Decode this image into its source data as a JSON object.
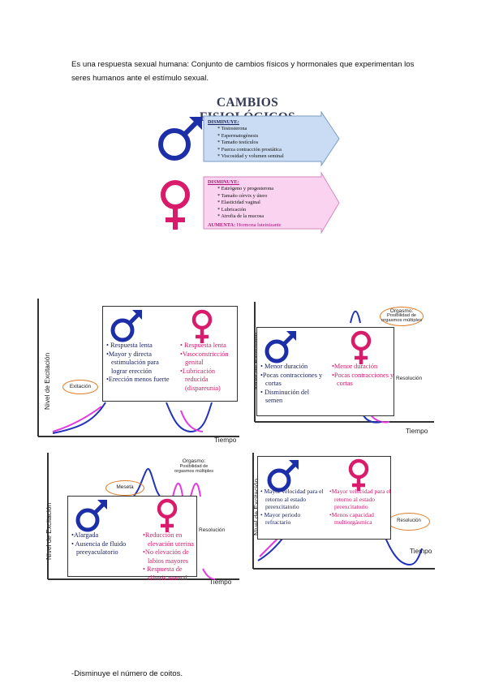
{
  "intro": "Es una respuesta sexual humana: Conjunto de cambios físicos y hormonales que experimentan los seres humanos ante el estímulo sexual.",
  "title": "CAMBIOS FISIOLÓGICOS",
  "male_box": {
    "heading": "DISMINUYE:",
    "items": [
      "Testosterona",
      "Espermatogénesis",
      "Tamaño testículos",
      "Fuerza contracción prostática",
      "Viscosidad y volumen seminal"
    ]
  },
  "female_box": {
    "heading": "DISMINUYE:",
    "items": [
      "Estrógeno y progesterona",
      "Tamaño cérvix y útero",
      "Elasticidad vaginal",
      "Lubricación",
      "Atrofia de la mucosa"
    ],
    "aumenta_label": "AUMENTA:",
    "aumenta_value": "Hormona luteinizante"
  },
  "colors": {
    "male": "#1c2fa8",
    "female": "#d81b6a",
    "male_arrow": "#c9dcf3",
    "female_arrow": "#f9d3ef",
    "bubble": "#e07b26",
    "curve_blue": "#2233bb",
    "curve_pink": "#e23ce0"
  },
  "panels": {
    "excitacion": {
      "ylabel": "Nivel de Excitación",
      "xlabel": "Tiempo",
      "bubble": "Exitación",
      "male": [
        "•  Respuesta lenta",
        "•Mayor y directa estimulación para lograr erección",
        "•Erección menos fuerte"
      ],
      "female": [
        "•  Respuesta lenta",
        "•Vasoconstricción genital",
        "•Lubricación reducida (dispareunia)"
      ]
    },
    "orgasmo": {
      "ylabel": "Nivel de Excitación",
      "xlabel": "Tiempo",
      "bubble_line1": "Orgasmo:",
      "bubble_line2": "Posibilidad de",
      "bubble_line3": "orgasmos múltiples",
      "side": "Resolución",
      "male": [
        "• Menor duración",
        "•Pocas contracciones y cortas",
        "• Disminución del semen"
      ],
      "female": [
        "•Menor duración",
        "•Pocas contracciones y cortas"
      ]
    },
    "meseta": {
      "ylabel": "Nivel de Excitación",
      "xlabel": "Tiempo",
      "bubble": "Meseta",
      "top_line1": "Orgasmo:",
      "top_line2": "Posibilidad de",
      "top_line3": "orgasmos múltiples",
      "side": "Resolución",
      "male": [
        "•Alargada",
        "•  Ausencia de fluido preeyaculatorio"
      ],
      "female": [
        "•Reducción en elevación uterina",
        "•No elevación de labios mayores",
        "•  Respuesta de clítoris normal"
      ]
    },
    "resolucion": {
      "ylabel": "Nivel de Excitación",
      "xlabel": "Tiempo",
      "bubble": "Resolución",
      "male": [
        "• Mayor velocidad para el retorno al estado preexcitatorio",
        "• Mayor periodo refractario"
      ],
      "female": [
        "•Mayor velocidad para el retorno al estado preexcitatorio",
        "•Menos capacidad multiorgásmica"
      ]
    }
  },
  "footer": "-Disminuye el número de coitos."
}
